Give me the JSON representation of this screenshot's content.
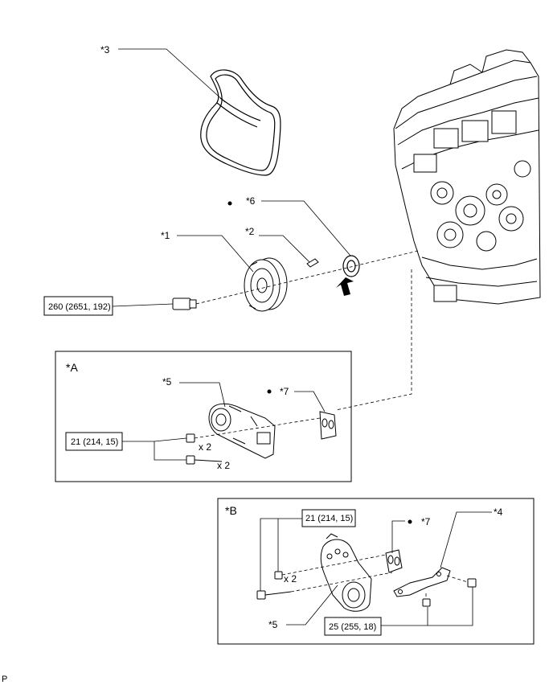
{
  "callouts": {
    "c1": "*1",
    "c2": "*2",
    "c3": "*3",
    "c4": "*4",
    "c5a": "*5",
    "c5b": "*5",
    "c6": "*6",
    "c7a": "*7",
    "c7b": "*7"
  },
  "panels": {
    "a_title": "*A",
    "b_title": "*B"
  },
  "torque": {
    "main_bolt": "260 (2651, 192)",
    "panel_a": "21 (214, 15)",
    "panel_b_top": "21 (214, 15)",
    "panel_b_bottom": "25 (255, 18)"
  },
  "qty": {
    "a1": "x 2",
    "a2": "x 2",
    "b1": "x 2"
  },
  "footer": {
    "code": "P"
  }
}
